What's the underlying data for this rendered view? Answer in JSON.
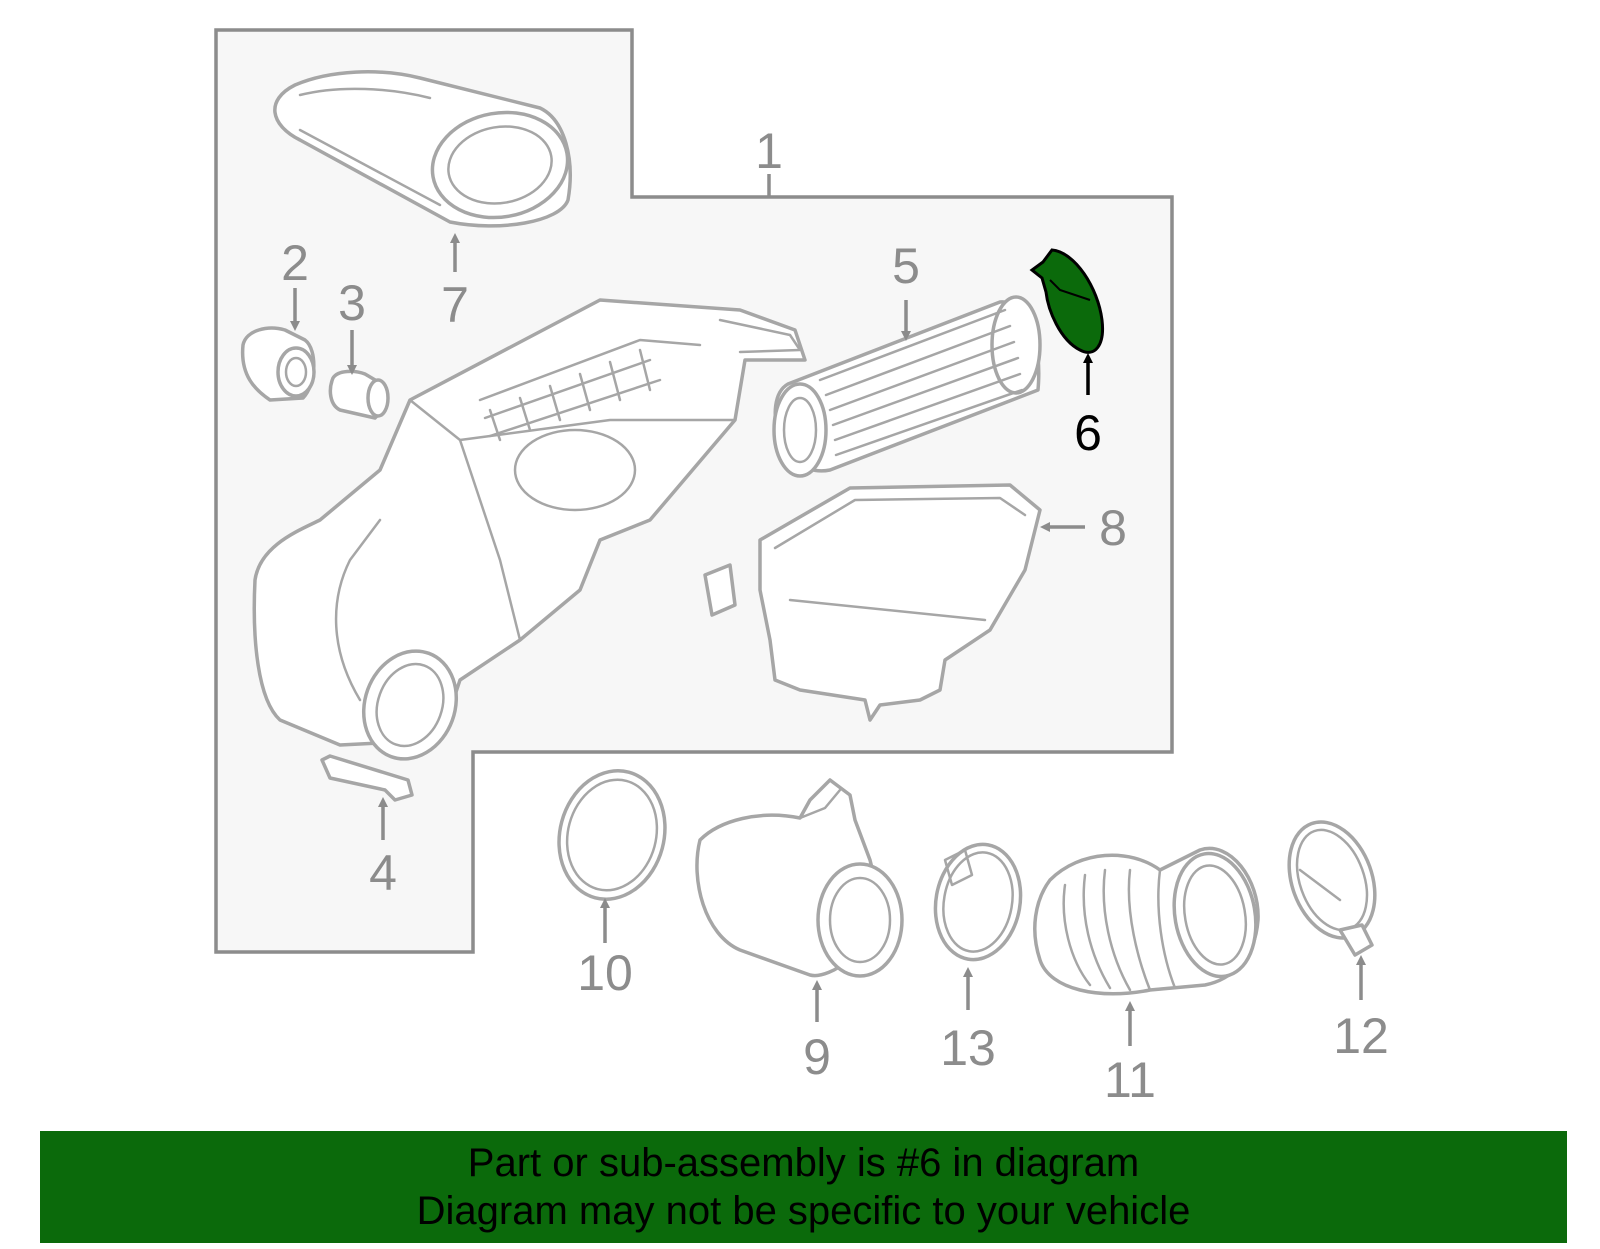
{
  "colors": {
    "highlight": "#0b6a0b",
    "part_outline": "#a6a6a6",
    "callout_text": "#8c8c8c",
    "assembly_box": "#f7f7f7"
  },
  "highlighted_callout": "6",
  "callouts": {
    "c1": "1",
    "c2": "2",
    "c3": "3",
    "c4": "4",
    "c5": "5",
    "c6": "6",
    "c7": "7",
    "c8": "8",
    "c9": "9",
    "c10": "10",
    "c11": "11",
    "c12": "12",
    "c13": "13"
  },
  "banner": {
    "line1": "Part or sub-assembly is #6 in diagram",
    "line2": "Diagram may not be specific to your vehicle"
  }
}
